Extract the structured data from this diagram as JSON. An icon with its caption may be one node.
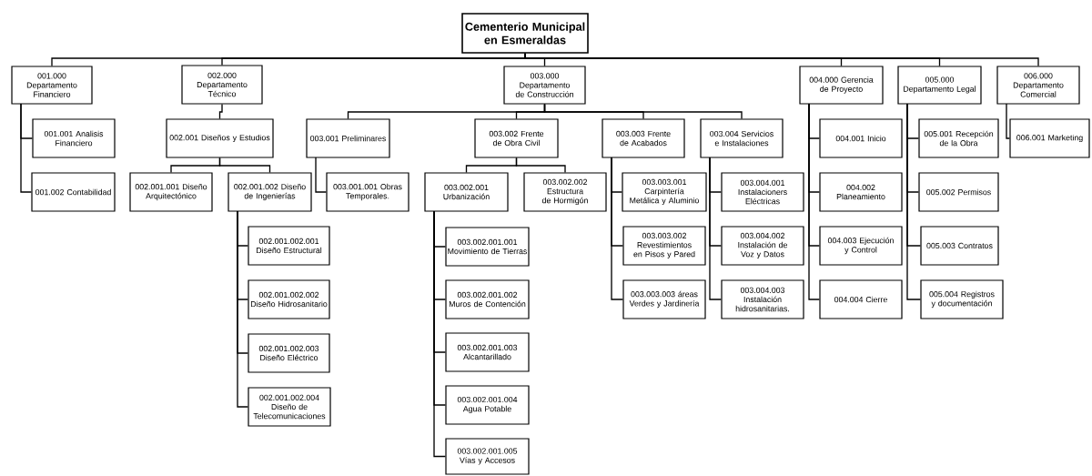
{
  "diagram": {
    "nodes": [
      {
        "text": [
          "Cementerio Municipal en Esmeraldas"
        ]
      },
      {
        "text": [
          "001.000 Departamento Financiero"
        ]
      },
      {
        "text": [
          "001.001 Analisis Financiero"
        ]
      },
      {
        "text": [
          "001.002 Contabilidad"
        ]
      },
      {
        "text": [
          "002.000 Departamento Técnico"
        ]
      },
      {
        "text": [
          "002.001 Diseños y Estudios"
        ]
      },
      {
        "text": [
          "002.001.001 Diseño Arquitectónico"
        ]
      },
      {
        "text": [
          "002.001.002 Diseño de Ingenierías"
        ]
      },
      {
        "text": [
          "002.001.002.001 Diseño Estructural"
        ]
      },
      {
        "text": [
          "002.001.002.002 Diseño Hidrosanitario"
        ]
      },
      {
        "text": [
          "002.001.002.003 Diseño Eléctrico"
        ]
      },
      {
        "text": [
          "002.001.002.004 Diseño de Telecomunicaciones"
        ]
      },
      {
        "text": [
          "003.000 Departamento de Construcción"
        ]
      },
      {
        "text": [
          "003.001 Preliminares"
        ]
      },
      {
        "text": [
          "003.001.001 Obras Temporales."
        ]
      },
      {
        "text": [
          "003.002 Frente de Obra Civil"
        ]
      },
      {
        "text": [
          "003.002.001 Urbanización"
        ]
      },
      {
        "text": [
          "003.002.002 Estructura de Hormigón"
        ]
      },
      {
        "text": [
          "003.002.001.001 Movimiento de Tierras"
        ]
      },
      {
        "text": [
          "003.002.001.002 Muros de Contención"
        ]
      },
      {
        "text": [
          "003.002.001.003 Alcantarillado"
        ]
      },
      {
        "text": [
          "003.002.001.004 Agua Potable"
        ]
      },
      {
        "text": [
          "003.002.001.005 Vías y Accesos"
        ]
      },
      {
        "text": [
          "003.003 Frente de Acabados"
        ]
      },
      {
        "text": [
          "003.003.001 Carpintería Metálica y Aluminio"
        ]
      },
      {
        "text": [
          "003.003.002 Revestimientos en Pisos y Pared"
        ]
      },
      {
        "text": [
          "003.003.003 áreas Verdes y Jardinería"
        ]
      },
      {
        "text": [
          "003.004 Servicios e Instalaciones"
        ]
      },
      {
        "text": [
          "003.004.001 Instalacioners Eléctricas"
        ]
      },
      {
        "text": [
          "003.004.002 Instalación de Voz y Datos"
        ]
      },
      {
        "text": [
          "003.004.003 Instalación hidrosanitarias."
        ]
      },
      {
        "text": [
          "004.000 Gerencia de Proyecto"
        ]
      },
      {
        "text": [
          "004.001 Inicio"
        ]
      },
      {
        "text": [
          "004.002 Planeamiento"
        ]
      },
      {
        "text": [
          "004.003 Ejecución y Control"
        ]
      },
      {
        "text": [
          "004.004 Cierre"
        ]
      },
      {
        "text": [
          "005.000 Departamento Legal"
        ]
      },
      {
        "text": [
          "005.001 Recepción de la Obra"
        ]
      },
      {
        "text": [
          "005.002 Permisos"
        ]
      },
      {
        "text": [
          "005.003 Contratos"
        ]
      },
      {
        "text": [
          "005.004 Registros y documentación"
        ]
      },
      {
        "text": [
          "006.000 Departamento Comercial"
        ]
      },
      {
        "text": [
          "006.001 Marketing"
        ]
      }
    ],
    "edges": [
      {
        "from": 0,
        "to": 1,
        "arrow": "none"
      },
      {
        "from": 1,
        "to": 2,
        "arrow": "none"
      },
      {
        "from": 1,
        "to": 3,
        "arrow": "none"
      },
      {
        "from": 0,
        "to": 4,
        "arrow": "none"
      },
      {
        "from": 4,
        "to": 5,
        "arrow": "none"
      },
      {
        "from": 5,
        "to": 6,
        "arrow": "none"
      },
      {
        "from": 5,
        "to": 7,
        "arrow": "none"
      },
      {
        "from": 7,
        "to": 8,
        "arrow": "none"
      },
      {
        "from": 7,
        "to": 9,
        "arrow": "none"
      },
      {
        "from": 7,
        "to": 10,
        "arrow": "none"
      },
      {
        "from": 7,
        "to": 11,
        "arrow": "none"
      },
      {
        "from": 0,
        "to": 12,
        "arrow": "none"
      },
      {
        "from": 12,
        "to": 13,
        "arrow": "none"
      },
      {
        "from": 13,
        "to": 14,
        "arrow": "none"
      },
      {
        "from": 12,
        "to": 15,
        "arrow": "none"
      },
      {
        "from": 15,
        "to": 16,
        "arrow": "none"
      },
      {
        "from": 15,
        "to": 17,
        "arrow": "none"
      },
      {
        "from": 16,
        "to": 18,
        "arrow": "none"
      },
      {
        "from": 16,
        "to": 19,
        "arrow": "none"
      },
      {
        "from": 16,
        "to": 20,
        "arrow": "none"
      },
      {
        "from": 16,
        "to": 21,
        "arrow": "none"
      },
      {
        "from": 16,
        "to": 22,
        "arrow": "none"
      },
      {
        "from": 12,
        "to": 23,
        "arrow": "none"
      },
      {
        "from": 23,
        "to": 24,
        "arrow": "none"
      },
      {
        "from": 23,
        "to": 25,
        "arrow": "none"
      },
      {
        "from": 23,
        "to": 26,
        "arrow": "none"
      },
      {
        "from": 12,
        "to": 27,
        "arrow": "none"
      },
      {
        "from": 27,
        "to": 28,
        "arrow": "none"
      },
      {
        "from": 27,
        "to": 29,
        "arrow": "none"
      },
      {
        "from": 27,
        "to": 30,
        "arrow": "none"
      },
      {
        "from": 0,
        "to": 31,
        "arrow": "none"
      },
      {
        "from": 31,
        "to": 32,
        "arrow": "none"
      },
      {
        "from": 31,
        "to": 33,
        "arrow": "none"
      },
      {
        "from": 31,
        "to": 34,
        "arrow": "none"
      },
      {
        "from": 31,
        "to": 35,
        "arrow": "none"
      },
      {
        "from": 0,
        "to": 36,
        "arrow": "none"
      },
      {
        "from": 36,
        "to": 37,
        "arrow": "none"
      },
      {
        "from": 36,
        "to": 38,
        "arrow": "none"
      },
      {
        "from": 36,
        "to": 39,
        "arrow": "none"
      },
      {
        "from": 36,
        "to": 40,
        "arrow": "none"
      },
      {
        "from": 0,
        "to": 41,
        "arrow": "none"
      },
      {
        "from": 41,
        "to": 42,
        "arrow": "none"
      }
    ]
  }
}
